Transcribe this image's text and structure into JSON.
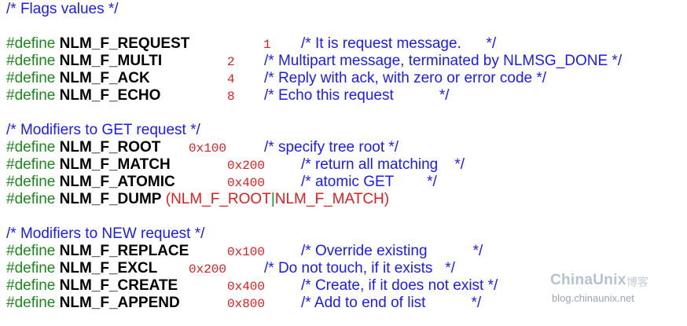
{
  "lines": [
    {
      "type": "comment",
      "text": "/* Flags values */"
    },
    {
      "type": "define",
      "keyword": "#define",
      "name": "NLM_F_REQUEST",
      "value": "1",
      "comment": "/* It is request message.      */"
    },
    {
      "type": "define",
      "keyword": "#define",
      "name": "NLM_F_MULTI",
      "value": "2",
      "comment": "/* Multipart message, terminated by NLMSG_DONE */"
    },
    {
      "type": "define",
      "keyword": "#define",
      "name": "NLM_F_ACK",
      "value": "4",
      "comment": "/* Reply with ack, with zero or error code */"
    },
    {
      "type": "define",
      "keyword": "#define",
      "name": "NLM_F_ECHO",
      "value": "8",
      "comment": "/* Echo this request           */"
    },
    {
      "type": "comment",
      "text": "/* Modifiers to GET request */"
    },
    {
      "type": "define",
      "keyword": "#define",
      "name": "NLM_F_ROOT",
      "value": "0x100",
      "comment": "/* specify tree root */"
    },
    {
      "type": "define",
      "keyword": "#define",
      "name": "NLM_F_MATCH",
      "value": "0x200",
      "comment": "/* return all matching    */"
    },
    {
      "type": "define",
      "keyword": "#define",
      "name": "NLM_F_ATOMIC",
      "value": "0x400",
      "comment": "/* atomic GET        */"
    },
    {
      "type": "define_expr",
      "keyword": "#define",
      "name": "NLM_F_DUMP",
      "open": "(",
      "left": "NLM_F_ROOT",
      "op": "|",
      "right": "NLM_F_MATCH",
      "close": ")"
    },
    {
      "type": "comment",
      "text": "/* Modifiers to NEW request */"
    },
    {
      "type": "define",
      "keyword": "#define",
      "name": "NLM_F_REPLACE",
      "value": "0x100",
      "comment": "/* Override existing           */"
    },
    {
      "type": "define",
      "keyword": "#define",
      "name": "NLM_F_EXCL",
      "value": "0x200",
      "comment": "/* Do not touch, if it exists   */"
    },
    {
      "type": "define",
      "keyword": "#define",
      "name": "NLM_F_CREATE",
      "value": "0x400",
      "comment": "/* Create, if it does not exist */"
    },
    {
      "type": "define",
      "keyword": "#define",
      "name": "NLM_F_APPEND",
      "value": "0x800",
      "comment": "/* Add to end of list           */"
    }
  ],
  "watermark": {
    "brand": "ChinaUnix",
    "brand_cn": "博客",
    "url": "blog.chinaunix.net"
  },
  "colors": {
    "comment": "#1a1aff",
    "keyword": "#1b8a1b",
    "value": "#e01e1e",
    "name": "#000000"
  }
}
